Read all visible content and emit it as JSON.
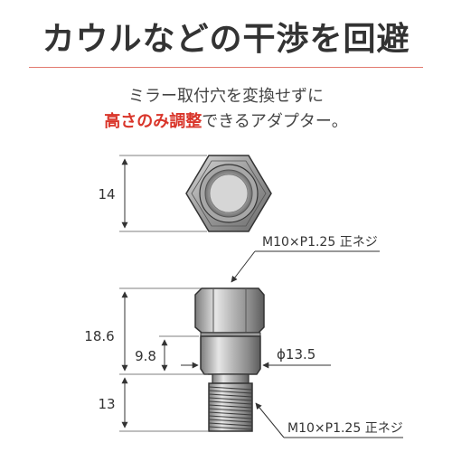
{
  "headline": "カウルなどの干渉を回避",
  "subline1": "ミラー取付穴を変換せずに",
  "subline2": {
    "accent": "高さのみ調整",
    "rest": "できるアダプター。"
  },
  "dimensions": {
    "top_view_width": "14",
    "total_height": "18.6",
    "collar_height": "9.8",
    "thread_length": "13",
    "collar_diameter": "ϕ13.5"
  },
  "callouts": {
    "top_thread": "M10×P1.25 正ネジ",
    "bottom_thread": "M10×P1.25 正ネジ"
  },
  "colors": {
    "accent": "#d9352a",
    "divider": "#e27a6f",
    "text": "#333333"
  }
}
